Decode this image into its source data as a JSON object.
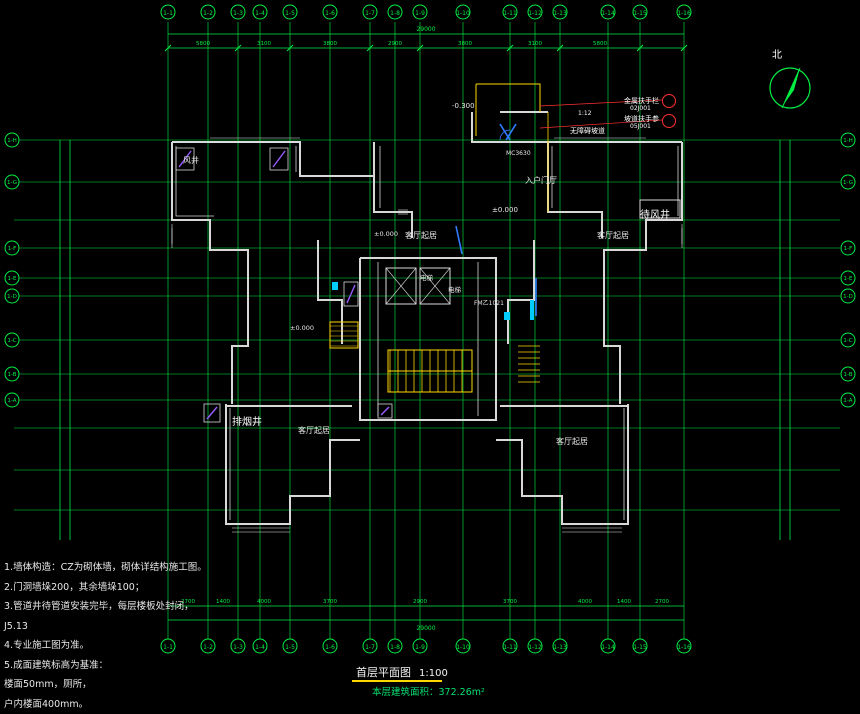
{
  "drawing": {
    "title": "首层平面图",
    "scale": "1:100",
    "area_label": "本层建筑面积：372.26m²",
    "north_label": "北",
    "overall_dim": "29000"
  },
  "axes_top": [
    "1-1",
    "1-2",
    "1-3",
    "1-4",
    "1-5",
    "1-6",
    "1-7",
    "1-8",
    "1-9",
    "1-10",
    "1-11",
    "1-12",
    "1-13",
    "1-14",
    "1-15",
    "1-16"
  ],
  "axes_bottom": [
    "1-1",
    "1-2",
    "1-3",
    "1-4",
    "1-5",
    "1-6",
    "1-7",
    "1-8",
    "1-9",
    "1-10",
    "1-11",
    "1-12",
    "1-13",
    "1-14",
    "1-15",
    "1-16"
  ],
  "axes_side": [
    "1-H",
    "1-G",
    "1-F",
    "1-E",
    "1-D",
    "1-C",
    "1-B",
    "1-A"
  ],
  "dims_top": [
    "5800",
    "3100",
    "3800",
    "2900",
    "3800",
    "3100",
    "5800"
  ],
  "dims_bottom": [
    "2700",
    "1400",
    "4000",
    "3700",
    "2900",
    "3700",
    "4000",
    "1400",
    "2700"
  ],
  "rooms": {
    "fengjing_left": "风井",
    "paiyan_left": "排烟井",
    "daifeng_right": "待风井",
    "rukou": "入户门厅",
    "guoting_left": "客厅起居",
    "guoting_right": "客厅起居",
    "living_left": "客厅起居",
    "living_right": "客厅起居",
    "elevator": "电梯",
    "elevator2": "电梯",
    "elev_level": "±0.000",
    "outside_level": "-0.300",
    "door_label": "MC3630",
    "stair_label": "FM乙1021",
    "level_left": "±0.000",
    "level_right": "±0.000"
  },
  "callouts": {
    "c1": "金属扶手栏",
    "c2": "坡道扶手参",
    "c3": "无障碍坡道",
    "ref1": "02J001",
    "ref2": "05J001",
    "ratio": "1:12"
  },
  "notes": [
    "1.墙体构造：CZ为砌体墙，砌体详结构施工图。",
    "2.门洞墙垛200，其余墙垛100；",
    "3.管道井待管道安装完毕，每层楼板处封闭，",
    "  J5.13",
    "4.专业施工图为准。",
    "5.成面建筑标高为基准：",
    "  楼面50mm，厕所，",
    "  户内楼面400mm。"
  ],
  "colors": {
    "wall": "#d8d8d8",
    "axis": "#00ee44",
    "dimension": "#00ee44",
    "window": "#e8e8e8",
    "stair": "#ffd800",
    "door": "#2f7cff",
    "fixture": "#9b5cff",
    "fire": "#ff3030",
    "hatch": "#00ccff"
  }
}
